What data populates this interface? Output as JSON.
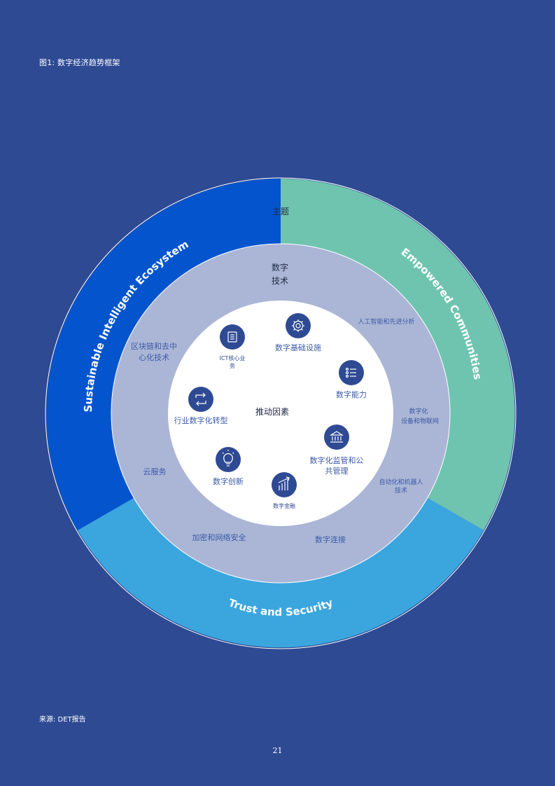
{
  "figure_caption": "图1:  数字经济趋势框架",
  "source": "来源:  DET报告",
  "page_number": "21",
  "colors": {
    "background": "#2e4a93",
    "segment_sustainable": "#0455cd",
    "segment_empowered": "#6fc4b0",
    "segment_trust": "#3ba6de",
    "middle_ring": "#abb6d6",
    "inner_circle": "#ffffff",
    "icon_circle": "#2e4a93"
  },
  "outer_ring": {
    "center_label": "主题",
    "themes": [
      {
        "label": "Sustainable Intelligent Ecosystem"
      },
      {
        "label": "Empowered Communities"
      },
      {
        "label": "Trust and Security"
      }
    ]
  },
  "middle_ring": {
    "center_label_line1": "数字",
    "center_label_line2": "技术",
    "technologies": [
      {
        "line1": "区块链和去中",
        "line2": "心化技术"
      },
      {
        "line1": "人工智能和先进分析"
      },
      {
        "line1": "数字化",
        "line2": "设备和物联网"
      },
      {
        "line1": "自动化和机器人",
        "line2": "技术"
      },
      {
        "line1": "数字连接"
      },
      {
        "line1": "加密和网络安全"
      },
      {
        "line1": "云服务"
      }
    ]
  },
  "inner_circle": {
    "center_label": "推动因素",
    "enablers": [
      {
        "line1": "数字基础设施",
        "icon": "gear-icon"
      },
      {
        "line1": "ICT核心业",
        "line2": "务",
        "icon": "document-icon"
      },
      {
        "line1": "数字能力",
        "icon": "list-icon"
      },
      {
        "line1": "行业数字化转型",
        "icon": "transform-arrows-icon"
      },
      {
        "line1": "数字化监管和公",
        "line2": "共管理",
        "icon": "government-building-icon"
      },
      {
        "line1": "数字创新",
        "icon": "lightbulb-icon"
      },
      {
        "line1": "数字金融",
        "icon": "finance-chart-icon"
      }
    ]
  }
}
